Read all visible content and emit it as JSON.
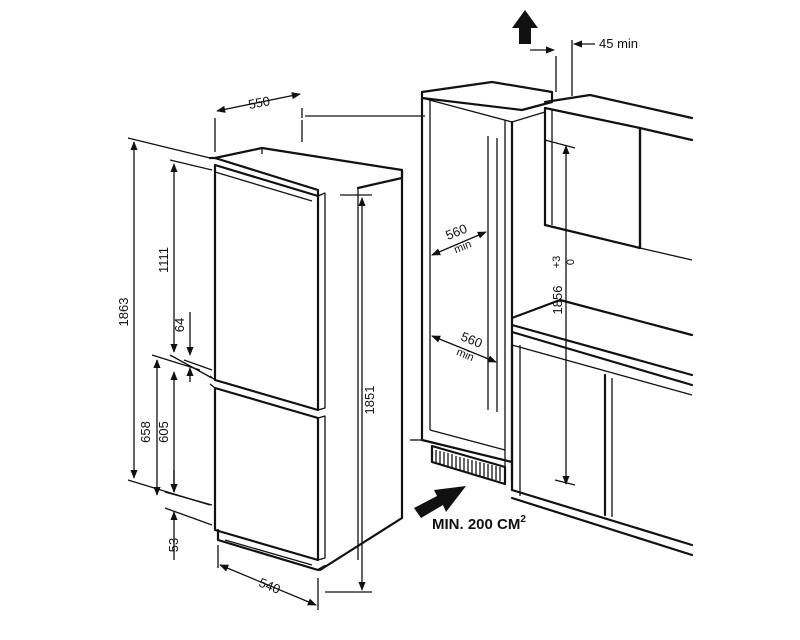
{
  "dimensions": {
    "top_depth": "550",
    "bottom_depth": "540",
    "total_height": "1863",
    "upper_door": "1111",
    "gap": "64",
    "lower_height_outer": "658",
    "lower_height_inner": "605",
    "base_clearance": "53",
    "body_height": "1851",
    "niche_height_main": "1856",
    "niche_tol_plus": "+3",
    "niche_tol_zero": "0",
    "niche_width_upper": "560",
    "niche_width_upper_unit": "min",
    "niche_width_lower": "560",
    "niche_width_lower_unit": "min",
    "vent_gap": "45 min"
  },
  "annotations": {
    "ventilation": "MIN. 200 CM",
    "ventilation_sup": "2"
  }
}
